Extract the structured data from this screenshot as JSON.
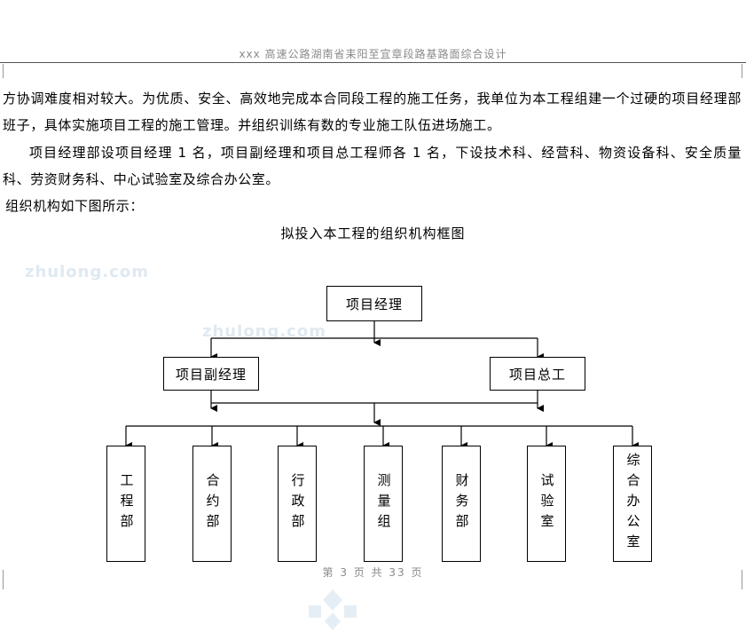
{
  "header": {
    "title": "xxx 高速公路湖南省耒阳至宜章段路基路面综合设计"
  },
  "body": {
    "paragraph1": "方协调难度相对较大。为优质、安全、高效地完成本合同段工程的施工任务，我单位为本工程组建一个过硬的项目经理部班子，具体实施项目工程的施工管理。并组织训练有数的专业施工队伍进场施工。",
    "paragraph2": "项目经理部设项目经理 1 名，项目副经理和项目总工程师各 1 名，下设技术科、经营科、物资设备科、安全质量科、劳资财务科、中心试验室及综合办公室。",
    "paragraph3": "组织机构如下图所示："
  },
  "diagram": {
    "title": "拟投入本工程的组织机构框图",
    "top": "项目经理",
    "level2": {
      "left": "项目副经理",
      "right": "项目总工"
    },
    "departments": [
      "工程部",
      "合约部",
      "行政部",
      "测量组",
      "财务部",
      "试验室",
      "综合办公室"
    ]
  },
  "watermarks": [
    "zhulong.com",
    "zhulong.com"
  ],
  "footer": {
    "page_text": "第 3 页 共 33 页"
  },
  "colors": {
    "header_text": "#8a8a8a",
    "watermark": "#dfe9f1",
    "logo": "#e6eef5"
  },
  "icons": {
    "logo": "snowflake-logo-icon"
  }
}
